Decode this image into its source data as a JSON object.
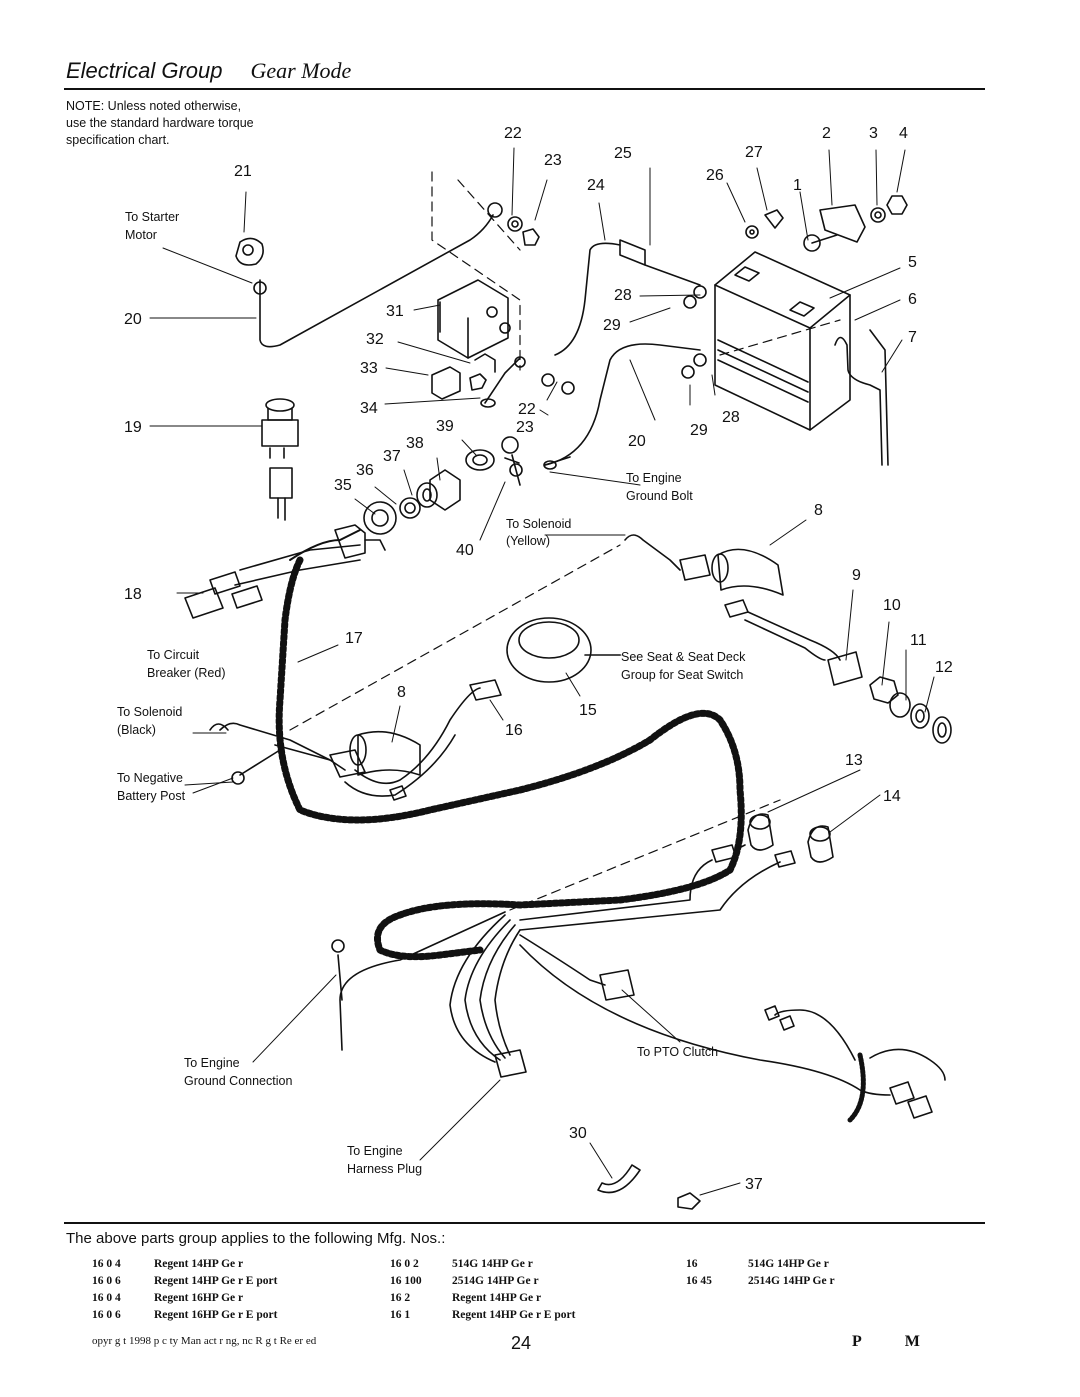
{
  "header": {
    "title": "Electrical Group",
    "subtitle": "Gear Mode"
  },
  "note": {
    "lines": [
      "NOTE: Unless noted otherwise,",
      "use the standard hardware torque",
      "specification chart."
    ]
  },
  "callouts": [
    "22",
    "23",
    "25",
    "27",
    "2",
    "3",
    "4",
    "24",
    "26",
    "1",
    "21",
    "5",
    "28",
    "6",
    "20",
    "31",
    "29",
    "7",
    "32",
    "33",
    "34",
    "22",
    "19",
    "39",
    "23",
    "29",
    "28",
    "38",
    "20",
    "37",
    "36",
    "35",
    "8",
    "40",
    "9",
    "18",
    "10",
    "17",
    "11",
    "12",
    "8",
    "15",
    "16",
    "13",
    "14",
    "30",
    "37"
  ],
  "text_labels": {
    "to_starter": [
      "To Starter",
      "Motor"
    ],
    "to_engine_ground_bolt": [
      "To Engine",
      "Ground Bolt"
    ],
    "to_solenoid_yellow": [
      "To Solenoid",
      "(Yellow)"
    ],
    "to_circuit_breaker": [
      "To Circuit",
      "Breaker (Red)"
    ],
    "to_solenoid_black": [
      "To Solenoid",
      "(Black)"
    ],
    "to_negative_battery": [
      "To Negative",
      "Battery Post"
    ],
    "see_seat": [
      "See Seat & Seat Deck",
      "Group for Seat Switch"
    ],
    "to_engine_ground_connection": [
      "To Engine",
      "Ground Connection"
    ],
    "to_pto_clutch": [
      "To PTO Clutch"
    ],
    "to_engine_harness_plug": [
      "To Engine",
      "Harness Plug"
    ]
  },
  "applies_text": "The above parts group applies to the following Mfg. Nos.:",
  "mfg_columns": [
    [
      {
        "num": "16  0  4",
        "desc": "Regent 14HP Ge  r"
      },
      {
        "num": "16  0  6",
        "desc": "Regent 14HP Ge  r E  port"
      },
      {
        "num": "16  0  4",
        "desc": "Regent 16HP Ge  r"
      },
      {
        "num": "16  0  6",
        "desc": "Regent 16HP Ge  r E  port"
      }
    ],
    [
      {
        "num": "16  0  2",
        "desc": "514G  14HP Ge  r"
      },
      {
        "num": "16  100",
        "desc": "2514G  14HP Ge  r"
      },
      {
        "num": "16     2",
        "desc": "Regent 14HP Ge  r"
      },
      {
        "num": "16     1",
        "desc": "Regent 14HP Ge  r E  port"
      }
    ],
    [
      {
        "num": "16",
        "desc": "514G  14HP Ge  r"
      },
      {
        "num": "16   45",
        "desc": "2514G  14HP Ge  r"
      }
    ]
  ],
  "footer": {
    "copyright": "opyr g  t 1998     p  c ty Man   act  r ng,  nc       R g  t  Re  er ed",
    "page_number": "24",
    "logo_left": "P",
    "logo_right": "M"
  }
}
